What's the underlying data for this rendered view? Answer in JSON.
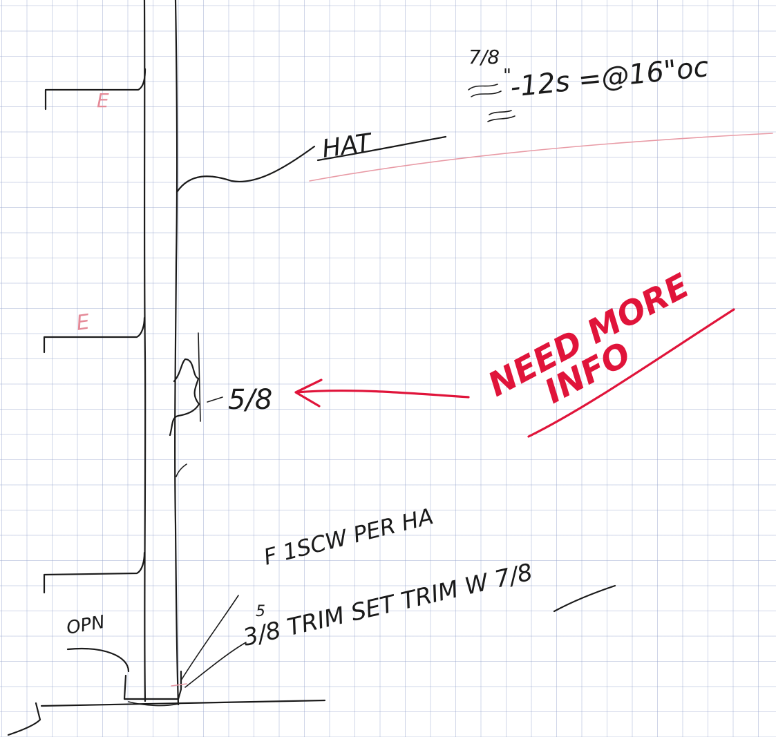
{
  "sketch": {
    "formula": {
      "fraction_top": "7/8",
      "inch_mark": "\"",
      "expression": "-12s =@16\"oc"
    },
    "labels": {
      "hat": "HAT",
      "dimension_mid": "5/8",
      "f_label": "F 1SCW PER HA",
      "trim_note": "3/8 TRIM SET TRIM W 7/8",
      "trim_note_superscript": "5",
      "open_label": "OPN",
      "e_top": "E",
      "e_mid": "E"
    },
    "review_note": {
      "line1": "NEED MORE",
      "line2": "INFO"
    }
  }
}
